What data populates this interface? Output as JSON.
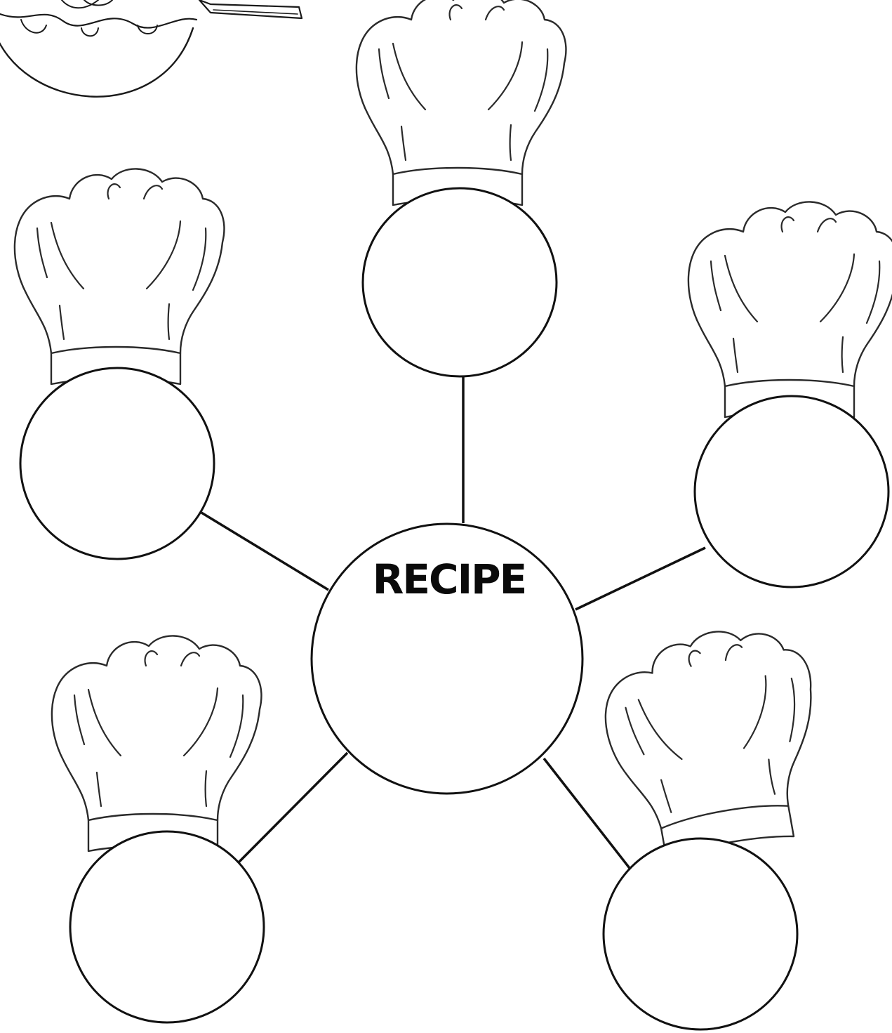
{
  "center": {
    "title": "RECIPE"
  },
  "colors": {
    "line": "#111111",
    "background": "#ffffff"
  },
  "icons": {
    "hat": "chef-hat-icon",
    "corner": "mixing-bowl-icon"
  },
  "nodes": [
    {
      "id": "top",
      "label": ""
    },
    {
      "id": "upper-left",
      "label": ""
    },
    {
      "id": "upper-right",
      "label": ""
    },
    {
      "id": "lower-left",
      "label": ""
    },
    {
      "id": "lower-right",
      "label": ""
    }
  ]
}
